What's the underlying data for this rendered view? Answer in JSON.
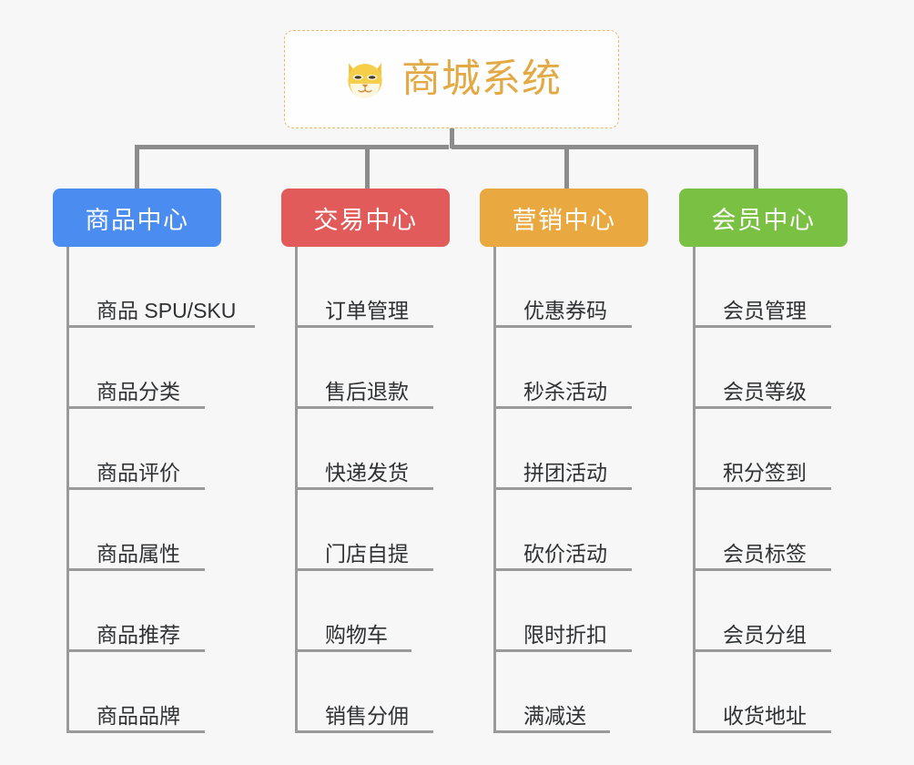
{
  "canvas": {
    "background": "#f7f7f7",
    "connector_color": "#8c8c8c",
    "leaf_line_color": "#9a9a9a",
    "leaf_text_color": "#2f3133"
  },
  "root": {
    "title": "商城系统",
    "icon": "shiba-dog-emoji",
    "text_color": "#e3a944",
    "border_color": "#e8b96a",
    "background": "#fefefe"
  },
  "branches": [
    {
      "title": "商品中心",
      "color": "#4a8cf0",
      "width": 185,
      "items": [
        {
          "label": "商品 SPU/SKU",
          "rule_width": 207
        },
        {
          "label": "商品分类",
          "rule_width": 152
        },
        {
          "label": "商品评价",
          "rule_width": 152
        },
        {
          "label": "商品属性",
          "rule_width": 152
        },
        {
          "label": "商品推荐",
          "rule_width": 152
        },
        {
          "label": "商品品牌",
          "rule_width": 152
        }
      ]
    },
    {
      "title": "交易中心",
      "color": "#e25b5b",
      "width": 185,
      "items": [
        {
          "label": "订单管理",
          "rule_width": 152
        },
        {
          "label": "售后退款",
          "rule_width": 152
        },
        {
          "label": "快递发货",
          "rule_width": 152
        },
        {
          "label": "门店自提",
          "rule_width": 152
        },
        {
          "label": "购物车",
          "rule_width": 128
        },
        {
          "label": "销售分佣",
          "rule_width": 152
        }
      ]
    },
    {
      "title": "营销中心",
      "color": "#eaa940",
      "width": 185,
      "items": [
        {
          "label": "优惠券码",
          "rule_width": 152
        },
        {
          "label": "秒杀活动",
          "rule_width": 152
        },
        {
          "label": "拼团活动",
          "rule_width": 152
        },
        {
          "label": "砍价活动",
          "rule_width": 152
        },
        {
          "label": "限时折扣",
          "rule_width": 152
        },
        {
          "label": "满减送",
          "rule_width": 128
        }
      ]
    },
    {
      "title": "会员中心",
      "color": "#7ac143",
      "width": 185,
      "items": [
        {
          "label": "会员管理",
          "rule_width": 152
        },
        {
          "label": "会员等级",
          "rule_width": 152
        },
        {
          "label": "积分签到",
          "rule_width": 152
        },
        {
          "label": "会员标签",
          "rule_width": 152
        },
        {
          "label": "会员分组",
          "rule_width": 152
        },
        {
          "label": "收货地址",
          "rule_width": 152
        }
      ]
    }
  ]
}
